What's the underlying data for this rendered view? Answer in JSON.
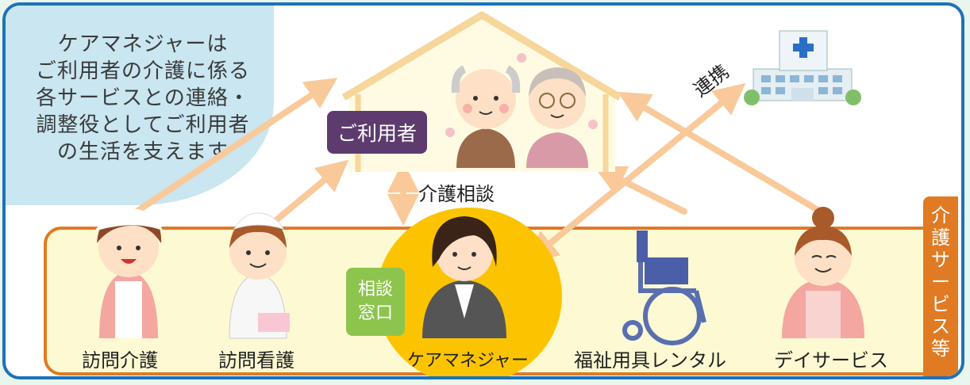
{
  "info_bubble": {
    "text": "ケアマネジャーは\nご利用者の介護に係る\n各サービスとの連絡・\n調整役としてご利用者\nの生活を支えます"
  },
  "labels": {
    "user": "ご利用者",
    "care_consultation": "介護相談",
    "cooperation": "連携",
    "consultation_desk": "相談\n窓口",
    "care_services": "介護サービス等"
  },
  "services": [
    {
      "label": "訪問介護"
    },
    {
      "label": "訪問看護"
    },
    {
      "label": "ケアマネジャー"
    },
    {
      "label": "福祉用具レンタル"
    },
    {
      "label": "デイサービス"
    }
  ],
  "colors": {
    "frame": "#1e72b8",
    "band_border": "#e07a23",
    "band_fill": "#fdf9d2",
    "arrow": "#f9c99a",
    "user_tag": "#5e3b6e",
    "consult_tag": "#8dc44d",
    "manager_circle": "#fcc400"
  },
  "icons": [
    "house-icon",
    "elderly-couple-icon",
    "hospital-icon",
    "home-helper-icon",
    "nurse-icon",
    "care-manager-icon",
    "wheelchair-icon",
    "day-service-staff-icon"
  ]
}
